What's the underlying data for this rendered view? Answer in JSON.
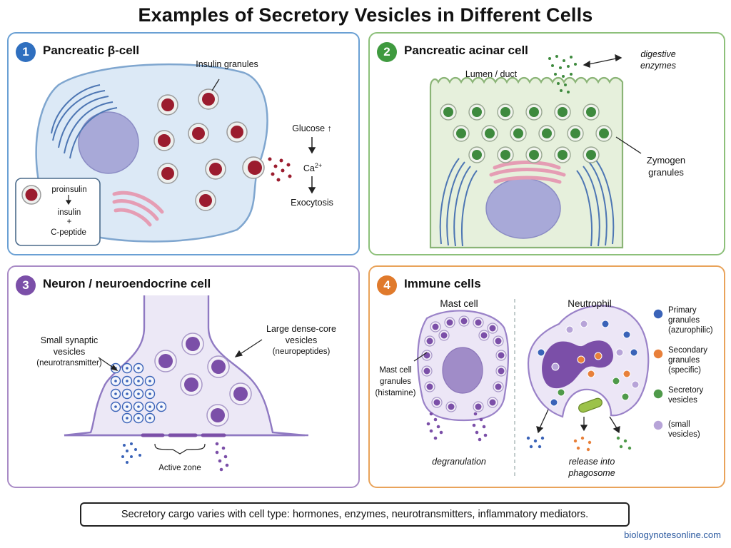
{
  "title": "Examples of Secretory Vesicles in Different Cells",
  "panel1": {
    "number": "1",
    "title": "Pancreatic β-cell",
    "insulin_granules": "Insulin granules",
    "glucose": "Glucose ↑",
    "ca": "Ca",
    "ca_sup": "2+",
    "exocytosis": "Exocytosis",
    "inset_proinsulin": "proinsulin",
    "inset_insulin": "insulin",
    "inset_plus": "+",
    "inset_cpeptide": "C-peptide"
  },
  "panel2": {
    "number": "2",
    "title": "Pancreatic acinar cell",
    "lumen": "Lumen / duct",
    "enzymes_line1": "digestive",
    "enzymes_line2": "enzymes",
    "zymogen_line1": "Zymogen",
    "zymogen_line2": "granules"
  },
  "panel3": {
    "number": "3",
    "title": "Neuron / neuroendocrine cell",
    "small_line1": "Small synaptic",
    "small_line2": "vesicles",
    "small_line3": "(neurotransmitter)",
    "large_line1": "Large dense-core",
    "large_line2": "vesicles",
    "large_line3": "(neuropeptides)",
    "active_zone": "Active zone"
  },
  "panel4": {
    "number": "4",
    "title": "Immune cells",
    "mast_cell": "Mast cell",
    "neutrophil": "Neutrophil",
    "mast_granules_line1": "Mast cell",
    "mast_granules_line2": "granules",
    "mast_granules_line3": "(histamine)",
    "degranulation": "degranulation",
    "release_line1": "release into",
    "release_line2": "phagosome",
    "legend": [
      {
        "line1": "Primary",
        "line2": "granules",
        "line3": "(azurophilic)",
        "color": "#3a63b8"
      },
      {
        "line1": "Secondary",
        "line2": "granules",
        "line3": "(specific)",
        "color": "#e8803a"
      },
      {
        "line1": "Secretory",
        "line2": "vesicles",
        "line3": "",
        "color": "#4f9a4a"
      },
      {
        "line1": "(small",
        "line2": "vesicles)",
        "line3": "",
        "color": "#b7a4d8"
      }
    ]
  },
  "footer_note": "Secretory cargo varies with cell type: hormones, enzymes, neurotransmitters, inflammatory mediators.",
  "website": "biologynotesonline.com",
  "colors": {
    "blue_border": "#6aa0d4",
    "green_border": "#8dc07a",
    "purple_border": "#a98bc6",
    "orange_border": "#e9a35a",
    "insulin_red": "#9b1c2e",
    "zymogen_green": "#3e8a3e",
    "vesicle_purple": "#7b4fa8"
  }
}
